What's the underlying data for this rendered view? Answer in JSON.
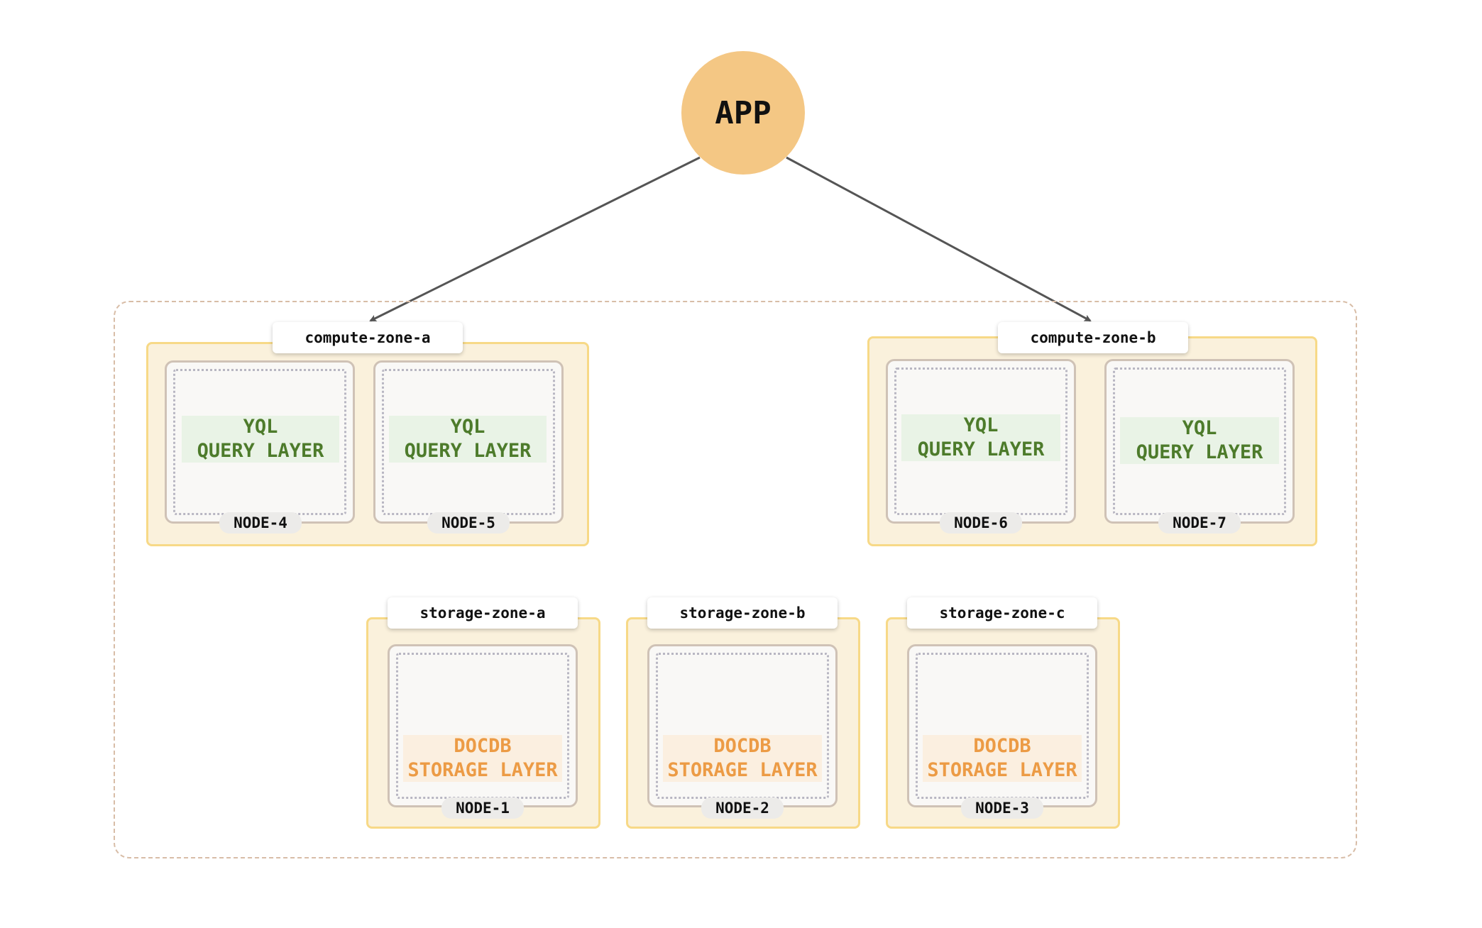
{
  "app": {
    "label": "APP"
  },
  "compute_zones": [
    {
      "label": "compute-zone-a",
      "nodes": [
        {
          "name": "NODE-4",
          "layer_line1": "YQL",
          "layer_line2": "QUERY LAYER"
        },
        {
          "name": "NODE-5",
          "layer_line1": "YQL",
          "layer_line2": "QUERY LAYER"
        }
      ]
    },
    {
      "label": "compute-zone-b",
      "nodes": [
        {
          "name": "NODE-6",
          "layer_line1": "YQL",
          "layer_line2": "QUERY LAYER"
        },
        {
          "name": "NODE-7",
          "layer_line1": "YQL",
          "layer_line2": "QUERY LAYER"
        }
      ]
    }
  ],
  "storage_zones": [
    {
      "label": "storage-zone-a",
      "node": {
        "name": "NODE-1",
        "layer_line1": "DOCDB",
        "layer_line2": "STORAGE LAYER"
      }
    },
    {
      "label": "storage-zone-b",
      "node": {
        "name": "NODE-2",
        "layer_line1": "DOCDB",
        "layer_line2": "STORAGE LAYER"
      }
    },
    {
      "label": "storage-zone-c",
      "node": {
        "name": "NODE-3",
        "layer_line1": "DOCDB",
        "layer_line2": "STORAGE LAYER"
      }
    }
  ],
  "colors": {
    "app": "#f4c784",
    "zone_fill": "#faf1dc",
    "zone_border": "#f7d987",
    "query_layer_text": "#4d7b2b",
    "storage_layer_text": "#ec9b45",
    "arrow": "#555555"
  }
}
